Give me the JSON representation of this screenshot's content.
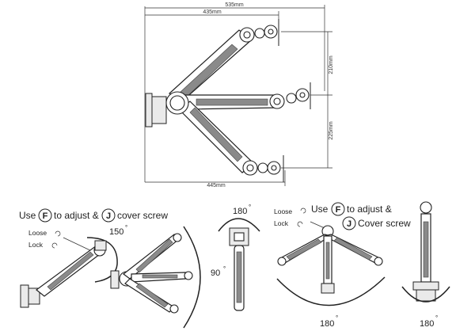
{
  "dimensions": {
    "overall_width": "535mm",
    "inner_width": "435mm",
    "bottom_width": "445mm",
    "upper_height": "210mm",
    "lower_height": "225mm"
  },
  "instruction_1": {
    "use": "Use",
    "f_letter": "F",
    "adjust_text": "to adjust &",
    "j_letter": "J",
    "cover_text": "cover screw",
    "loose": "Loose",
    "lock": "Lock",
    "angle": "150"
  },
  "instruction_2": {
    "use": "Use",
    "f_letter": "F",
    "adjust_text": "to adjust &",
    "j_letter": "J",
    "cover_text": "Cover screw",
    "loose": "Loose",
    "lock": "Lock"
  },
  "angles": {
    "side_rotation": "90",
    "top_rotation": "180",
    "swivel_front": "180",
    "swivel_side": "180",
    "degree_symbol": "°"
  },
  "icons": [
    "loose-arrow-icon",
    "lock-arrow-icon",
    "degree-symbol"
  ]
}
